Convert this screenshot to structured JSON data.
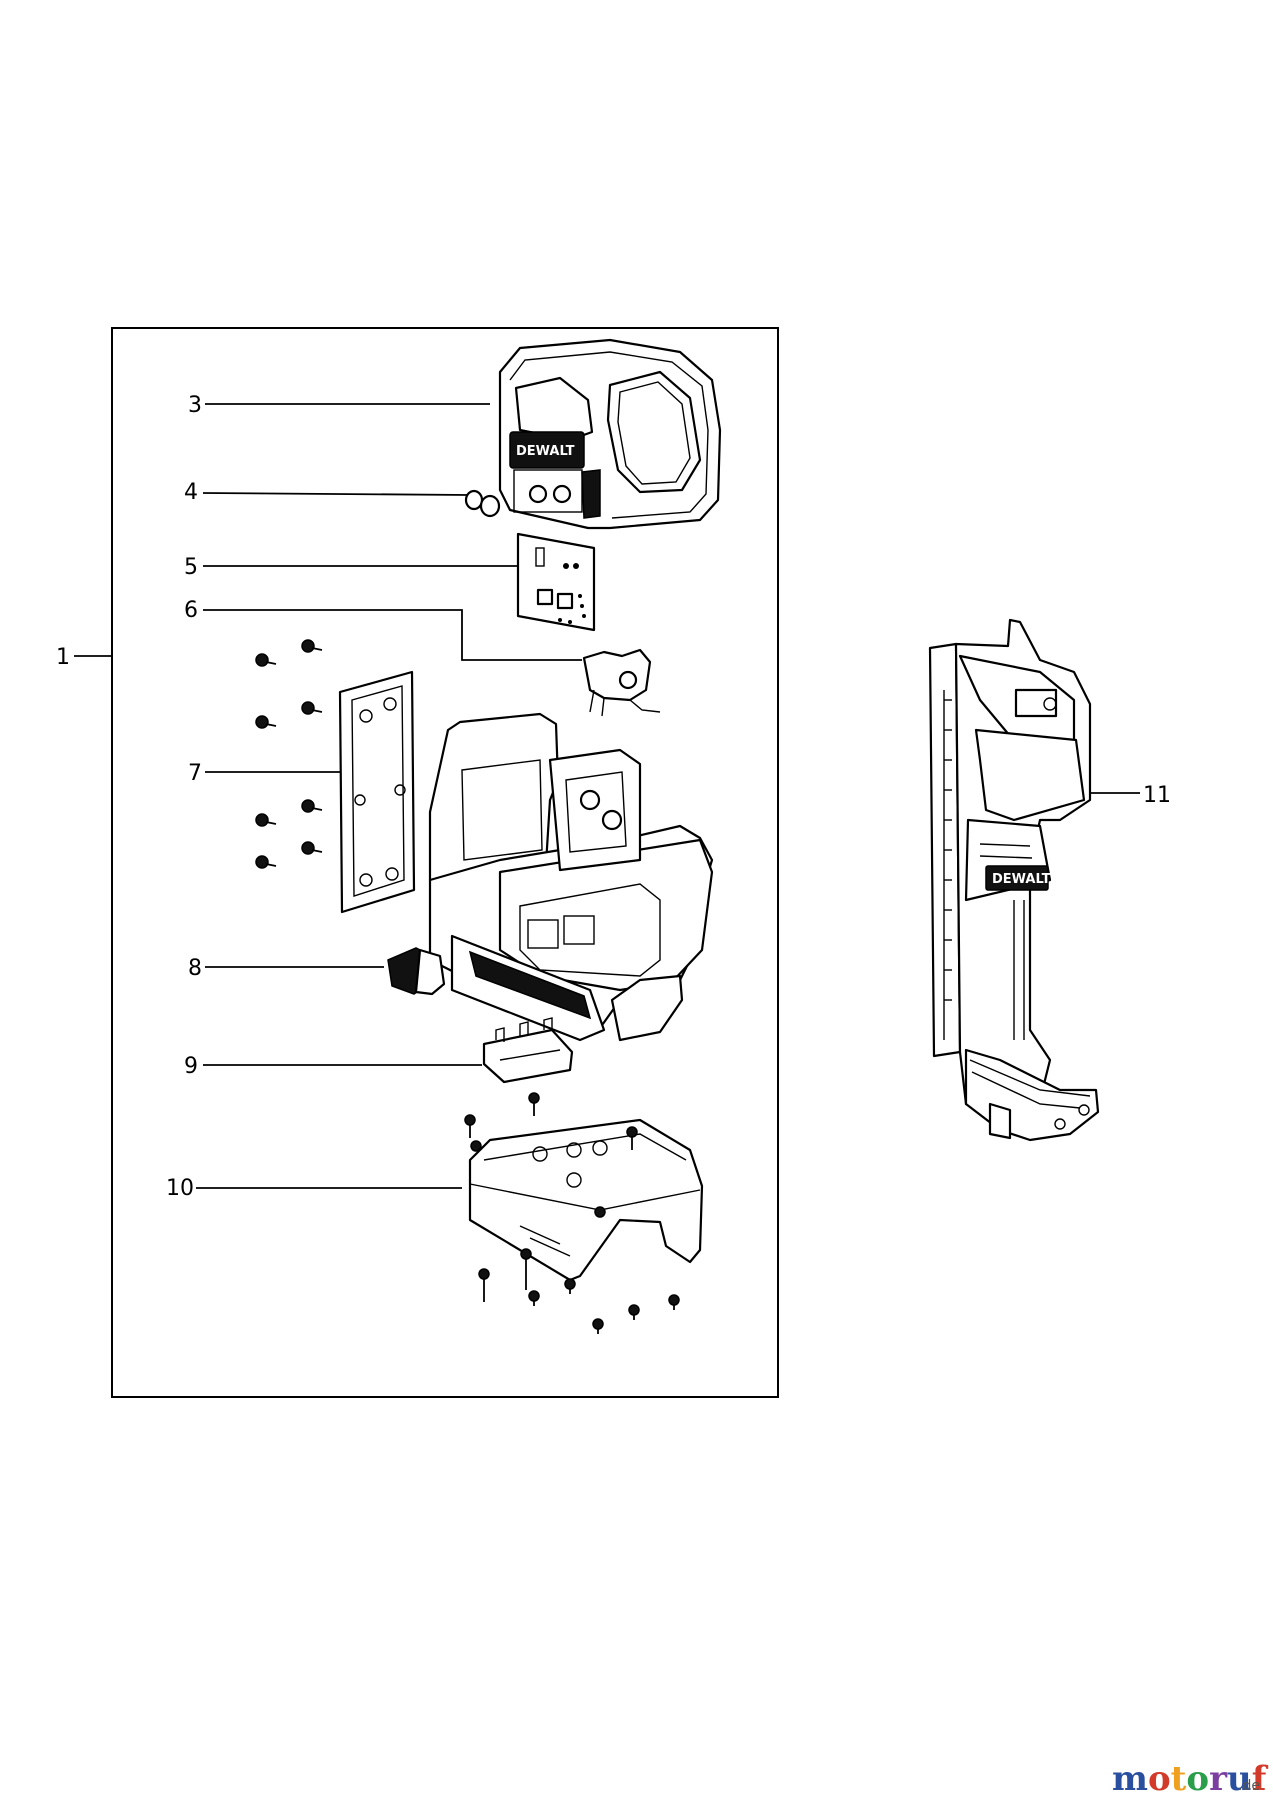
{
  "callouts": [
    "1",
    "3",
    "4",
    "5",
    "6",
    "7",
    "8",
    "9",
    "10",
    "11"
  ],
  "brand": "DEWALT",
  "watermark": {
    "m1": "m",
    "o1": "o",
    "t": "t",
    "o2": "o",
    "r": "r",
    "u": "u",
    "f": "f",
    "tld": ".de"
  },
  "colors": {
    "m": "#2a4f9e",
    "o1": "#d23a2a",
    "t": "#f0a020",
    "o2": "#2a9e4a",
    "r": "#7a3fa0",
    "u": "#2a4f9e",
    "f": "#d23a2a"
  }
}
